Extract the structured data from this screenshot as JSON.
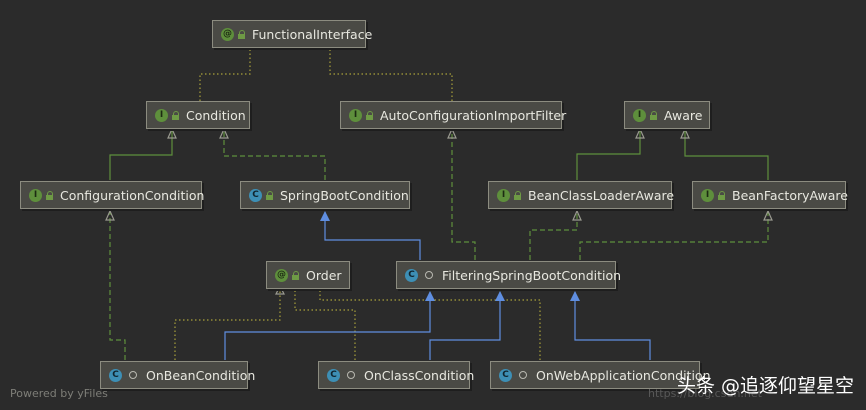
{
  "nodes": {
    "functional_interface": {
      "label": "FunctionalInterface",
      "badge": "@"
    },
    "condition": {
      "label": "Condition",
      "badge": "I"
    },
    "auto_config_import_filter": {
      "label": "AutoConfigurationImportFilter",
      "badge": "I"
    },
    "aware": {
      "label": "Aware",
      "badge": "I"
    },
    "configuration_condition": {
      "label": "ConfigurationCondition",
      "badge": "I"
    },
    "spring_boot_condition": {
      "label": "SpringBootCondition",
      "badge": "C"
    },
    "bean_class_loader_aware": {
      "label": "BeanClassLoaderAware",
      "badge": "I"
    },
    "bean_factory_aware": {
      "label": "BeanFactoryAware",
      "badge": "I"
    },
    "order": {
      "label": "Order",
      "badge": "@"
    },
    "filtering_spring_boot_condition": {
      "label": "FilteringSpringBootCondition",
      "badge": "C"
    },
    "on_bean_condition": {
      "label": "OnBeanCondition",
      "badge": "C"
    },
    "on_class_condition": {
      "label": "OnClassCondition",
      "badge": "C"
    },
    "on_web_application_condition": {
      "label": "OnWebApplicationCondition",
      "badge": "C"
    }
  },
  "colors": {
    "background": "#2b2b2b",
    "extends_edge": "#5f8ee0",
    "implements_edge": "#5e8f3c",
    "annotation_edge": "#a8a03a"
  },
  "footer": {
    "powered_by": "Powered by yFiles"
  },
  "watermark": {
    "text": "头条 @追逐仰望星空",
    "faded_text": "https://blog.csdn.net"
  }
}
